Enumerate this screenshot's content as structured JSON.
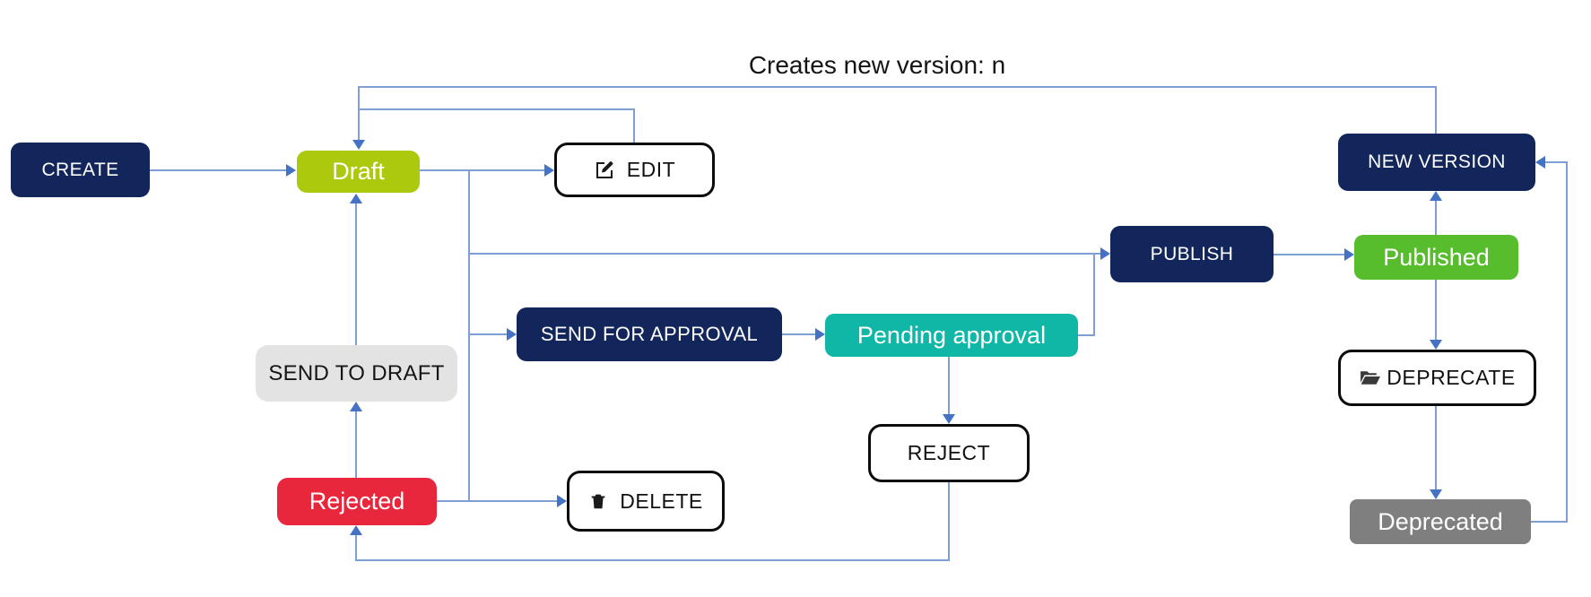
{
  "title": "Creates new version: n",
  "nodes": {
    "create": {
      "label": "CREATE",
      "type": "action"
    },
    "draft": {
      "label": "Draft",
      "type": "state"
    },
    "edit": {
      "label": "EDIT",
      "type": "operation",
      "icon": "edit-icon"
    },
    "new_version": {
      "label": "NEW VERSION",
      "type": "action"
    },
    "publish": {
      "label": "PUBLISH",
      "type": "action"
    },
    "published": {
      "label": "Published",
      "type": "state"
    },
    "send_for_approval": {
      "label": "SEND FOR APPROVAL",
      "type": "action"
    },
    "pending_approval": {
      "label": "Pending approval",
      "type": "state"
    },
    "send_to_draft": {
      "label": "SEND TO DRAFT",
      "type": "action"
    },
    "rejected": {
      "label": "Rejected",
      "type": "state"
    },
    "delete": {
      "label": "DELETE",
      "type": "operation",
      "icon": "trash-icon"
    },
    "reject": {
      "label": "REJECT",
      "type": "operation"
    },
    "deprecate": {
      "label": "DEPRECATE",
      "type": "operation",
      "icon": "open-folder-icon"
    },
    "deprecated": {
      "label": "Deprecated",
      "type": "state"
    }
  },
  "edges": [
    {
      "from": "CREATE",
      "to": "Draft"
    },
    {
      "from": "Draft",
      "to": "EDIT"
    },
    {
      "from": "EDIT",
      "to": "Draft"
    },
    {
      "from": "NEW VERSION",
      "to": "Draft",
      "label": "Creates new version: n"
    },
    {
      "from": "Draft",
      "to": "PUBLISH"
    },
    {
      "from": "Draft",
      "to": "SEND FOR APPROVAL"
    },
    {
      "from": "Draft",
      "to": "DELETE"
    },
    {
      "from": "Rejected",
      "to": "DELETE"
    },
    {
      "from": "SEND FOR APPROVAL",
      "to": "Pending approval"
    },
    {
      "from": "Pending approval",
      "to": "PUBLISH"
    },
    {
      "from": "PUBLISH",
      "to": "Published"
    },
    {
      "from": "Published",
      "to": "NEW VERSION"
    },
    {
      "from": "Published",
      "to": "DEPRECATE"
    },
    {
      "from": "DEPRECATE",
      "to": "Deprecated"
    },
    {
      "from": "Deprecated",
      "to": "NEW VERSION"
    },
    {
      "from": "Pending approval",
      "to": "REJECT"
    },
    {
      "from": "REJECT",
      "to": "Rejected"
    },
    {
      "from": "Rejected",
      "to": "SEND TO DRAFT"
    },
    {
      "from": "SEND TO DRAFT",
      "to": "Draft"
    }
  ],
  "colors": {
    "navy": "#12265B",
    "lime_draft": "#ADC90D",
    "green_published": "#58BD2D",
    "teal_pending": "#10B7A7",
    "red_rejected": "#E8273C",
    "gray_deprecated": "#7F7F7F",
    "light_gray_send_to_draft": "#E3E3E3",
    "white_box_border": "#0B0B0B",
    "connector_line": "#7E9ED6",
    "arrowhead": "#4472C4"
  }
}
